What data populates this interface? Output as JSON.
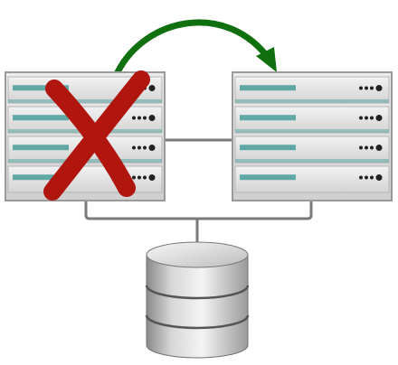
{
  "diagram": {
    "type": "server-failover",
    "colors": {
      "server_body": "#dcdcdc",
      "server_frame": "#9a9a9a",
      "drive_stripe": "#5fa8a6",
      "led": "#222222",
      "failure_mark": "#b0150e",
      "arrow": "#107010",
      "connector": "#7a7a7a",
      "database": "#c8c8c8"
    },
    "servers": [
      {
        "id": "primary",
        "status": "failed",
        "drive_bays": 4
      },
      {
        "id": "standby",
        "status": "active",
        "drive_bays": 4
      }
    ],
    "arrow": {
      "from": "primary",
      "to": "standby",
      "meaning": "failover"
    },
    "storage": {
      "type": "database",
      "platters": 3,
      "shared_by": [
        "primary",
        "standby"
      ]
    },
    "icons": [
      "server-icon",
      "failure-x-icon",
      "failover-arrow-icon",
      "database-icon"
    ]
  }
}
